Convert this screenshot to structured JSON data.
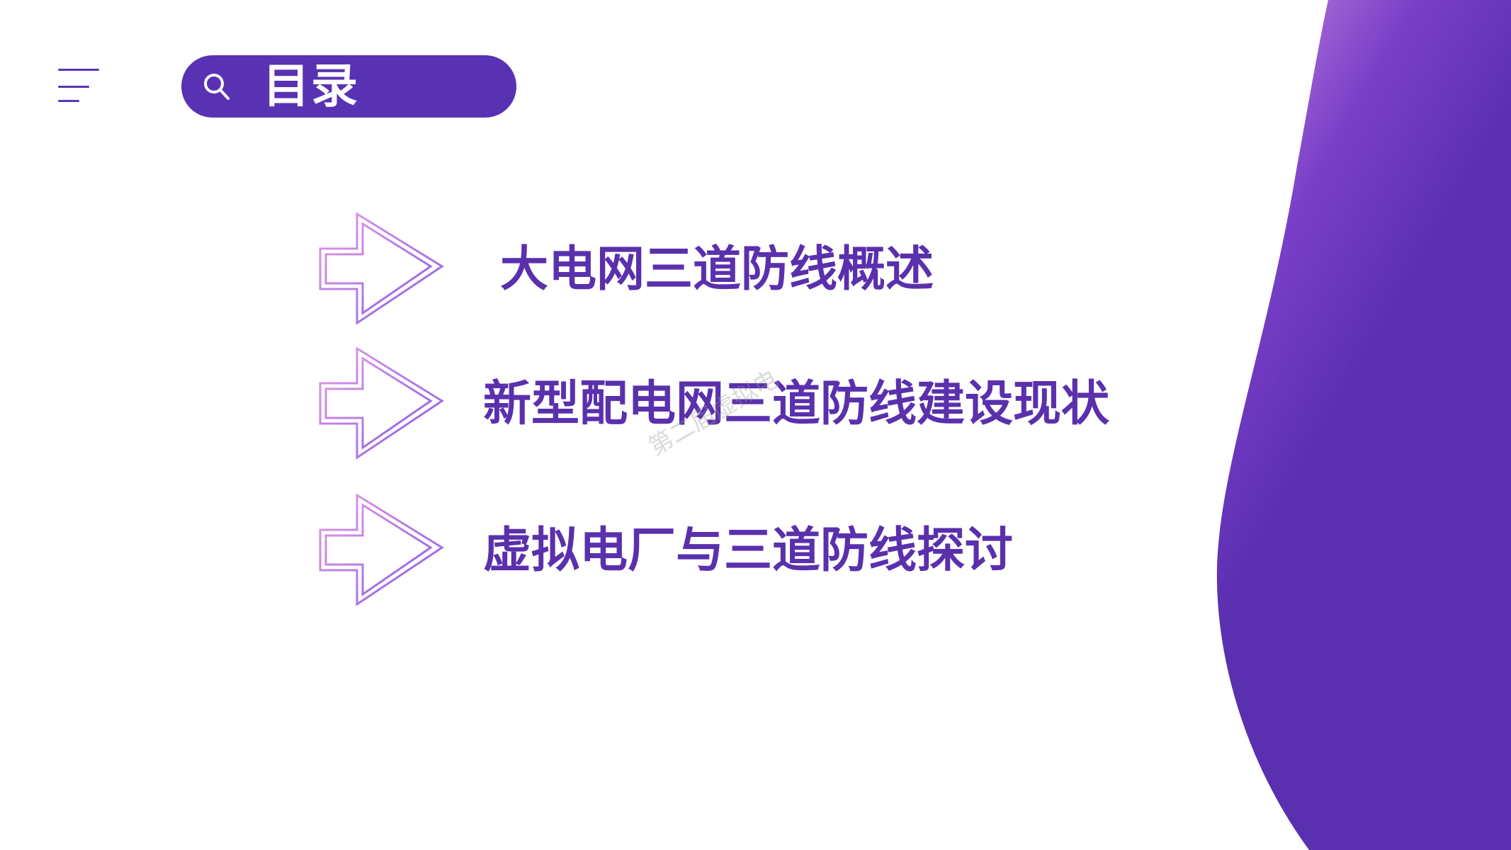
{
  "header": {
    "title": "目录",
    "menu_icon": "menu-lines-icon",
    "search_icon": "search-icon"
  },
  "toc": {
    "items": [
      {
        "label": "大电网三道防线概述",
        "icon": "arrow-right-outline-icon"
      },
      {
        "label": "新型配电网三道防线建设现状",
        "icon": "arrow-right-outline-icon"
      },
      {
        "label": "虚拟电厂与三道防线探讨",
        "icon": "arrow-right-outline-icon"
      }
    ]
  },
  "watermark": {
    "text": "第二届虚拟电"
  },
  "colors": {
    "primary": "#5932b3",
    "text_accent": "#5a30ad",
    "gradient_light": "#c07ad6",
    "gradient_dark": "#5a2fb0"
  }
}
